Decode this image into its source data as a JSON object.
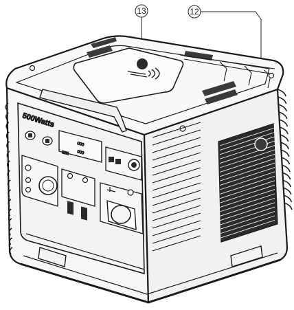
{
  "callouts": {
    "top": {
      "number": "13"
    },
    "side": {
      "number": "12"
    }
  },
  "unit": {
    "brand": "500Watts",
    "lcd_line1": "000",
    "lcd_line2": "000"
  },
  "colors": {
    "line": "#1a1a1a",
    "fill_light": "#f4f4f4",
    "fill_mid": "#e6e6e6",
    "fill_dark": "#2a2a2a"
  },
  "icons": [
    "wireless-charging-icon",
    "usb-icon",
    "power-button-icon"
  ]
}
